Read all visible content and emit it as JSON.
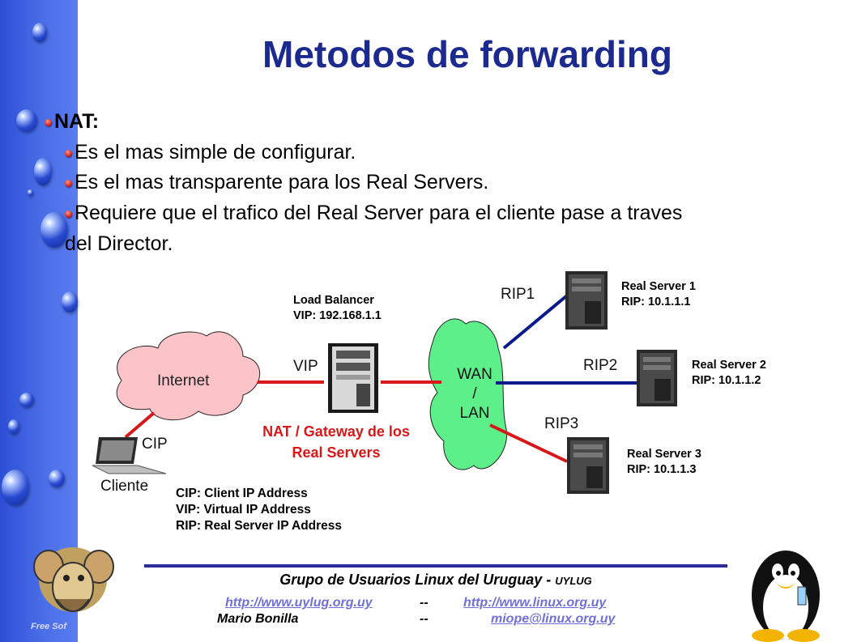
{
  "title": "Metodos de forwarding",
  "nat_heading": "NAT:",
  "bullets": [
    "Es el mas simple de configurar.",
    "Es el mas transparente para los Real Servers.",
    "Requiere que el trafico del Real Server para el cliente pase a traves",
    "del Director."
  ],
  "diagram": {
    "internet": "Internet",
    "cliente": "Cliente",
    "cip": "CIP",
    "vip": "VIP",
    "lb_line1": "Load Balancer",
    "lb_line2": "VIP: 192.168.1.1",
    "nat_line1": "NAT / Gateway de los",
    "nat_line2": "Real Servers",
    "wan_line1": "WAN",
    "wan_line2": "/",
    "wan_line3": "LAN",
    "rip1": "RIP1",
    "rip2": "RIP2",
    "rip3": "RIP3",
    "rs1_name": "Real Server 1",
    "rs1_rip": "RIP: 10.1.1.1",
    "rs2_name": "Real Server 2",
    "rs2_rip": "RIP: 10.1.1.2",
    "rs3_name": "Real Server 3",
    "rs3_rip": "RIP: 10.1.1.3",
    "legend": [
      "CIP: Client IP Address",
      "VIP: Virtual IP Address",
      "RIP: Real Server IP Address"
    ]
  },
  "footer": {
    "group": "Grupo de Usuarios Linux del Uruguay - ",
    "group_tag": "UYLUG",
    "link1": "http://www.uylug.org.uy",
    "sep1": "--",
    "link2": "http://www.linux.org.uy",
    "author": "Mario Bonilla",
    "sep2": "--",
    "email": "miope@linux.org.uy",
    "gnu_caption": "Free Sof"
  },
  "colors": {
    "title": "#1c2a8f",
    "red_link": "#d81818",
    "blue_link": "#0a1a8a",
    "cloud": "#fcc4c8",
    "wan": "#5df08a"
  }
}
